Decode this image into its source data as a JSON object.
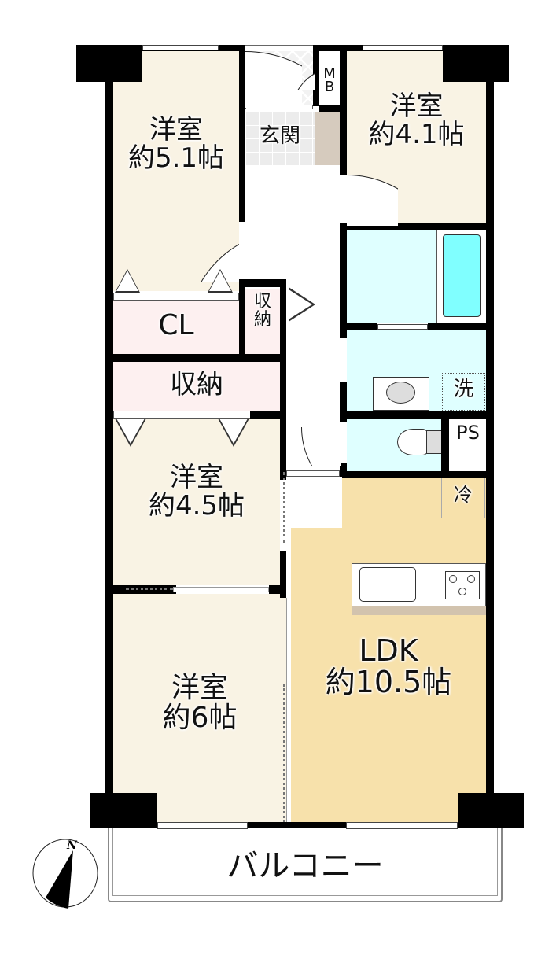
{
  "floorplan": {
    "rooms": {
      "western_room_nw": {
        "name": "洋室",
        "size": "約5.1帖"
      },
      "western_room_ne": {
        "name": "洋室",
        "size": "約4.1帖"
      },
      "western_room_mid": {
        "name": "洋室",
        "size": "約4.5帖"
      },
      "western_room_sw": {
        "name": "洋室",
        "size": "約6帖"
      },
      "ldk": {
        "name": "LDK",
        "size": "約10.5帖"
      },
      "entrance": {
        "name": "玄関"
      },
      "closet": {
        "name": "CL"
      },
      "storage_large": {
        "name": "収納"
      },
      "storage_small": {
        "name": "収\n納"
      },
      "balcony": {
        "name": "バルコニー"
      }
    },
    "fixtures": {
      "meter_box": "MB",
      "washer": "洗",
      "pipe_space": "PS",
      "fridge": "冷"
    },
    "compass": {
      "label": "N"
    },
    "colors": {
      "wall": "#000000",
      "western_room": "#F9F3E4",
      "ldk": "#F7E1AB",
      "storage": "#FDF0F0",
      "wet_area": "#DFFFFF",
      "bathtub": "#80FFFF",
      "shoe_box": "#D6CBBE"
    }
  }
}
